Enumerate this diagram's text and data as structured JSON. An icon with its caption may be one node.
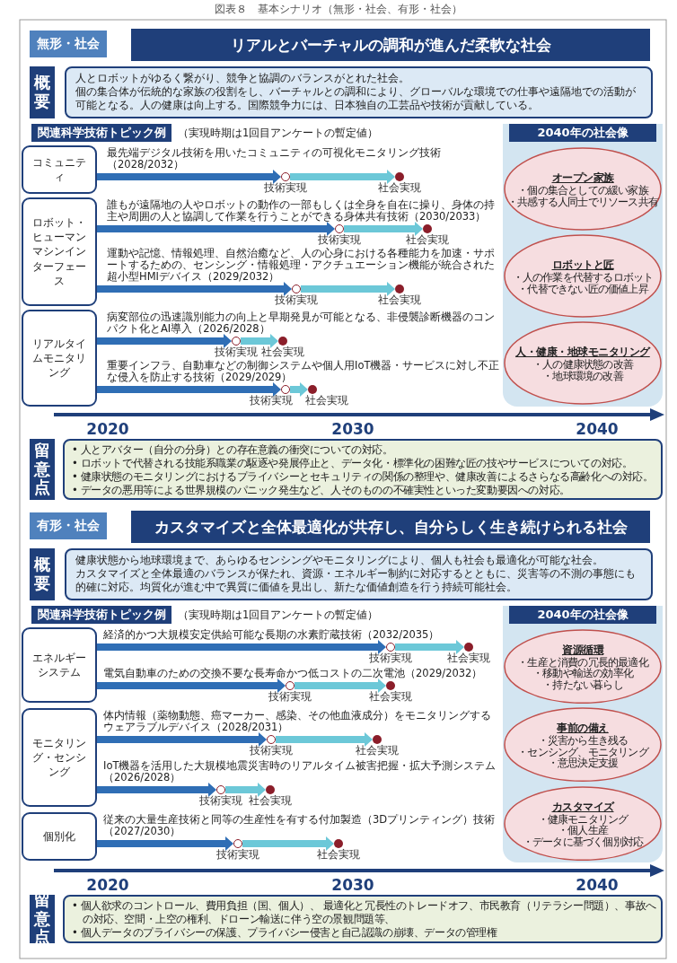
{
  "diagram": {
    "title": "図表８　基本シナリオ（無形・社会、有形・社会）",
    "nodes": [
      {
        "text": [
          "無形・社会"
        ]
      },
      {
        "text": [
          "リアルとバーチャルの調和が進んだ柔軟な社会"
        ]
      },
      {
        "text": [
          "概要"
        ]
      },
      {
        "text": [
          "人とロボットがゆるく繋がり、競争と協調のバランスがとれた社会。",
          "個の集合体が伝統的な家族の役割をし、バーチャルとの調和により、グローバルな環境での仕事や遠隔地での活動が可能となる。人の健康は向上する。国際競争力には、日本独自の工芸品や技術が貢献している。"
        ]
      },
      {
        "text": [
          "関連科学技術トピック例"
        ]
      },
      {
        "text": [],
        "shape": "box"
      },
      {
        "text": [
          "2040年の社会像"
        ],
        "in": 5
      },
      {
        "text": [
          "コミュニティ"
        ]
      },
      {
        "text": [],
        "shape": "circle",
        "beside": [
          "技術実現"
        ]
      },
      {
        "text": [],
        "shape": "circle",
        "beside": [
          "社会実現"
        ]
      },
      {
        "text": [
          "ロボット・ヒューマンマシンインターフェース"
        ]
      },
      {
        "text": [],
        "shape": "circle",
        "beside": [
          "技術実現"
        ]
      },
      {
        "text": [],
        "shape": "circle",
        "beside": [
          "社会実現"
        ]
      },
      {
        "text": [],
        "shape": "circle",
        "beside": [
          "技術実現"
        ]
      },
      {
        "text": [],
        "shape": "circle",
        "beside": [
          "社会実現"
        ]
      },
      {
        "text": [
          "リアルタイムモニタリング"
        ]
      },
      {
        "text": [],
        "shape": "circle",
        "beside": [
          "技術実現"
        ]
      },
      {
        "text": [],
        "shape": "circle",
        "beside": [
          "社会実現"
        ]
      },
      {
        "text": [],
        "shape": "circle",
        "beside": [
          "技術実現"
        ]
      },
      {
        "text": [],
        "shape": "circle",
        "beside": [
          "社会実現"
        ]
      },
      {
        "text": [
          "オープン家族",
          "・個の集合としての緩い家族",
          "・共感する人同士でリソース共有"
        ],
        "in": 5
      },
      {
        "text": [
          "ロボットと匠",
          "・人の作業を代替するロボット",
          "・代替できない匠の価値上昇"
        ],
        "in": 5
      },
      {
        "text": [
          "人・健康・地球モニタリング",
          "・人の健康状態の改善",
          "・地球環境の改善"
        ],
        "in": 5
      },
      {
        "text": [
          "留意点"
        ]
      },
      {
        "text": [
          "• 人とアバター（自分の分身）との存在意義の衝突についての対応。",
          "• ロボットで代替される技能系職業の駆逐や発展停止と、データ化・標準化の困難な匠の技やサービスについての対応。",
          "• 健康状態のモニタリングにおけるプライバシーとセキュリティの関係の整理や、健康改善によるさらなる高齢化への対応。",
          "• データの悪用等による世界規模のパニック発生など、人そのものの不確実性といった変動要因への対応。"
        ]
      },
      {
        "text": [
          "有形・社会"
        ]
      },
      {
        "text": [
          "カスタマイズと全体最適化が共存し、自分らしく生き続けられる社会"
        ]
      },
      {
        "text": [
          "概要"
        ]
      },
      {
        "text": [
          "健康状態から地球環境まで、あらゆるセンシングやモニタリングにより、個人も社会も最適化が可能な社会。",
          "カスタマイズと全体最適のバランスが保たれ、資源・エネルギー制約に対応するとともに、災害等の不測の事態にも的確に対応。均質化が進む中で異質に価値を見出し、新たな価値創造を行う持続可能社会。"
        ]
      },
      {
        "text": [
          "関連科学技術トピック例"
        ]
      },
      {
        "text": [],
        "shape": "box"
      },
      {
        "text": [
          "2040年の社会像"
        ],
        "in": 30
      },
      {
        "text": [
          "エネルギーシステム"
        ]
      },
      {
        "text": [],
        "shape": "circle",
        "beside": [
          "技術実現"
        ]
      },
      {
        "text": [],
        "shape": "circle",
        "beside": [
          "社会実現"
        ]
      },
      {
        "text": [],
        "shape": "circle",
        "beside": [
          "技術実現"
        ]
      },
      {
        "text": [],
        "shape": "circle",
        "beside": [
          "社会実現"
        ]
      },
      {
        "text": [
          "モニタリング・センシング"
        ]
      },
      {
        "text": [],
        "shape": "circle",
        "beside": [
          "技術実現"
        ]
      },
      {
        "text": [],
        "shape": "circle",
        "beside": [
          "社会実現"
        ]
      },
      {
        "text": [],
        "shape": "circle",
        "beside": [
          "技術実現"
        ]
      },
      {
        "text": [],
        "shape": "circle",
        "beside": [
          "社会実現"
        ]
      },
      {
        "text": [
          "個別化"
        ]
      },
      {
        "text": [],
        "shape": "circle",
        "beside": [
          "技術実現"
        ]
      },
      {
        "text": [],
        "shape": "circle",
        "beside": [
          "社会実現"
        ]
      },
      {
        "text": [
          "資源循環",
          "・生産と消費の冗長的最適化",
          "・移動や輸送の効率化",
          "・持たない暮らし"
        ],
        "in": 30
      },
      {
        "text": [
          "事前の備え",
          "・災害から生き残る",
          "・センシング、モニタリング",
          "・意思決定支援"
        ],
        "in": 30
      },
      {
        "text": [
          "カスタマイズ",
          "・健康モニタリング",
          "・個人生産",
          "・データに基づく個別対応"
        ],
        "in": 30
      },
      {
        "text": [
          "留意点"
        ]
      },
      {
        "text": [
          "• 個人欲求のコントロール、費用負担（国、個人）、 最適化と冗長性のトレードオフ、市民教育（リテラシー問題）、事故への対応、空間・上空の権利、ドローン輸送に伴う空の景観問題等、",
          "• 個人データのプライバシーの保護、プライバシー侵害と自己認識の崩壊、データの管理権"
        ]
      }
    ],
    "edges": [
      {
        "from": 7,
        "to": 8,
        "arrow": "to",
        "label": "最先端デジタル技術を用いたコミュニティの可視化モニタリング技術（2028/2032）",
        "color": "#2f6eb5"
      },
      {
        "from": 8,
        "to": 9,
        "arrow": "to",
        "color": "#6cc8d8"
      },
      {
        "from": 10,
        "to": 11,
        "arrow": "to",
        "label": "誰もが遠隔地の人やロボットの動作の一部もしくは全身を自在に操り、身体の持主や周囲の人と協調して作業を行うことができる身体共有技術（2030/2033）",
        "color": "#2f6eb5"
      },
      {
        "from": 11,
        "to": 12,
        "arrow": "to",
        "color": "#6cc8d8"
      },
      {
        "from": 10,
        "to": 13,
        "arrow": "to",
        "label": "運動や記憶、情報処理、自然治癒など、人の心身における各種能力を加速・サポートするための、センシング・情報処理・アクチュエーション機能が統合された超小型HMIデバイス（2029/2032）",
        "color": "#2f6eb5"
      },
      {
        "from": 13,
        "to": 14,
        "arrow": "to",
        "color": "#6cc8d8"
      },
      {
        "from": 15,
        "to": 16,
        "arrow": "to",
        "label": "病変部位の迅速識別能力の向上と早期発見が可能となる、非侵襲診断機器のコンパクト化とAI導入（2026/2028）",
        "color": "#2f6eb5"
      },
      {
        "from": 16,
        "to": 17,
        "arrow": "to",
        "color": "#6cc8d8"
      },
      {
        "from": 15,
        "to": 18,
        "arrow": "to",
        "label": "重要インフラ、自動車などの制御システムや個人用IoT機器・サービスに対し不正な侵入を防止する技術（2029/2029）",
        "color": "#2f6eb5"
      },
      {
        "from": 18,
        "to": 19,
        "arrow": "to",
        "color": "#6cc8d8"
      },
      {
        "from": 32,
        "to": 33,
        "arrow": "to",
        "label": "経済的かつ大規模安定供給可能な長期の水素貯蔵技術（2032/2035）",
        "color": "#2f6eb5"
      },
      {
        "from": 33,
        "to": 34,
        "arrow": "to",
        "color": "#6cc8d8"
      },
      {
        "from": 32,
        "to": 35,
        "arrow": "to",
        "label": "電気自動車のための交換不要な長寿命かつ低コストの二次電池（2029/2032）",
        "color": "#2f6eb5"
      },
      {
        "from": 35,
        "to": 36,
        "arrow": "to",
        "color": "#6cc8d8"
      },
      {
        "from": 37,
        "to": 38,
        "arrow": "to",
        "label": "体内情報（薬物動態、癌マーカー、感染、その他血液成分）をモニタリングするウェアラブルデバイス（2028/2031）",
        "color": "#2f6eb5"
      },
      {
        "from": 38,
        "to": 39,
        "arrow": "to",
        "color": "#6cc8d8"
      },
      {
        "from": 37,
        "to": 40,
        "arrow": "to",
        "label": "IoT機器を活用した大規模地震災害時のリアルタイム被害把握・拡大予測システム（2026/2028）",
        "color": "#2f6eb5"
      },
      {
        "from": 40,
        "to": 41,
        "arrow": "to",
        "color": "#6cc8d8"
      },
      {
        "from": 42,
        "to": 43,
        "arrow": "to",
        "label": "従来の大量生産技術と同等の生産性を有する付加製造（3Dプリンティング）技術（2027/2030）",
        "color": "#2f6eb5"
      },
      {
        "from": 43,
        "to": 44,
        "arrow": "to",
        "color": "#6cc8d8"
      }
    ],
    "labels": [
      "（実現時期は1回目アンケートの暫定値）",
      "2020",
      "2030",
      "2040",
      "（実現時期は1回目アンケートの暫定値）",
      "2020",
      "2030",
      "2040"
    ]
  }
}
